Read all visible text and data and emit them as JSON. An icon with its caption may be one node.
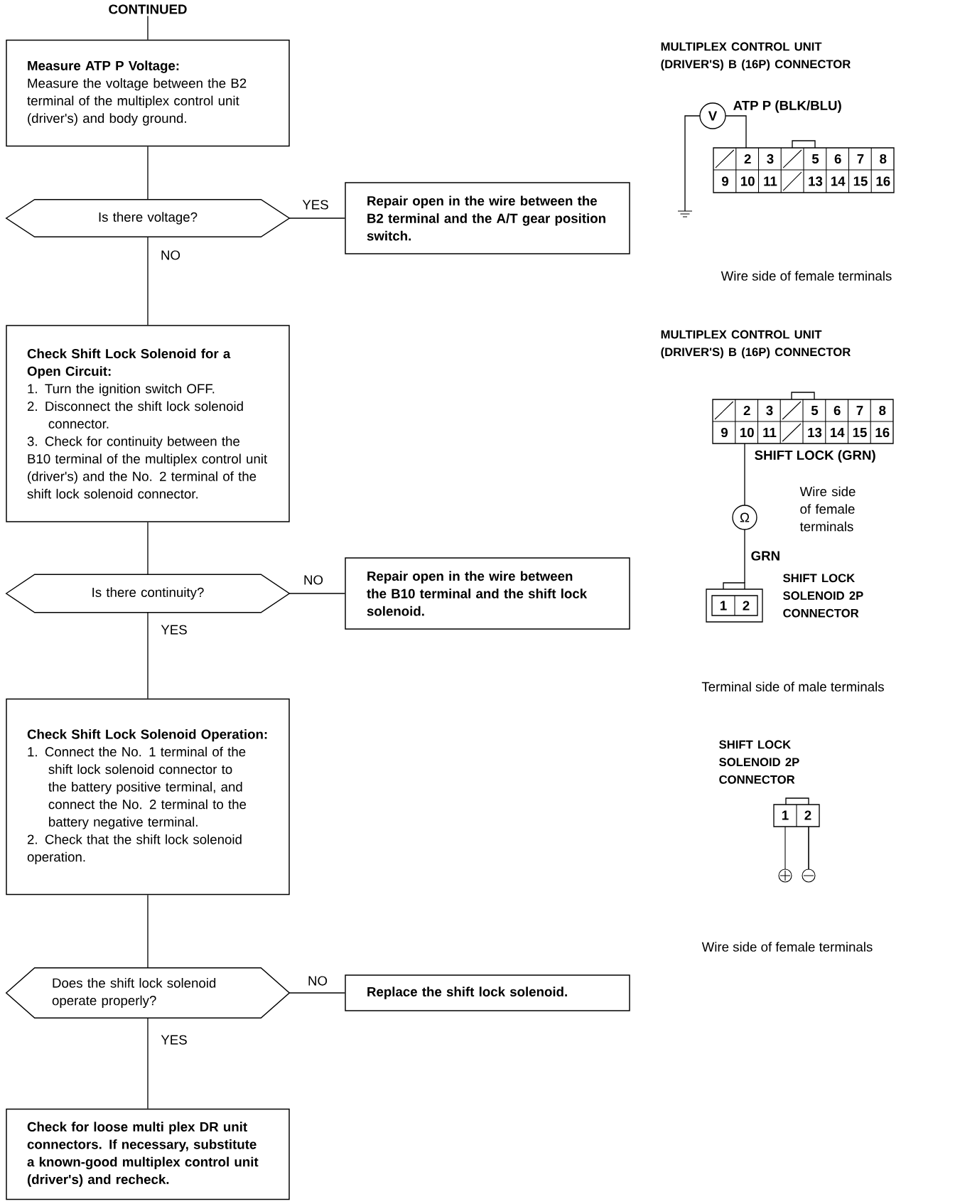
{
  "diagram": {
    "nodes": [
      {
        "text": [
          "CONTINUED"
        ]
      },
      {
        "text": [
          "Measure ATP P Voltage:",
          "Measure the voltage between the B2 terminal of the multiplex control unit (driver's) and body ground."
        ]
      },
      {
        "text": [
          "Is there voltage?"
        ]
      },
      {
        "text": [
          "Repair open in the wire between the B2 terminal and the A/T gear position switch."
        ]
      },
      {
        "text": [
          "Check Shift Lock Solenoid for a Open Circuit:",
          "1. Turn the ignition switch OFF.",
          "2. Disconnect the shift lock solenoid connector.",
          "3. Check for continuity between the B10 terminal of the multiplex control unit (driver's) and the No. 2 terminal of the shift lock solenoid connector."
        ]
      },
      {
        "text": [
          "Is there continuity?"
        ]
      },
      {
        "text": [
          "Repair open in the wire between the B10 terminal and the shift lock solenoid."
        ]
      },
      {
        "text": [
          "Check Shift Lock Solenoid Operation:",
          "1. Connect the No. 1 terminal of the shift lock solenoid connector to the battery positive terminal, and connect the No. 2 terminal to the battery negative terminal.",
          "2. Check that the shift lock solenoid operation."
        ]
      },
      {
        "text": [
          "Does the shift lock solenoid operate properly?"
        ]
      },
      {
        "text": [
          "Replace the shift lock solenoid."
        ]
      },
      {
        "text": [
          "Check for loose multi plex DR unit connectors. If necessary, substitute a known-good multiplex control unit (driver's) and recheck."
        ]
      }
    ],
    "edges": [
      {
        "from": 0,
        "to": 1,
        "arrow": "none"
      },
      {
        "from": 1,
        "to": 2,
        "arrow": "none"
      },
      {
        "from": 2,
        "to": 3,
        "arrow": "none",
        "label": "YES"
      },
      {
        "from": 2,
        "to": 4,
        "arrow": "none",
        "label": "NO"
      },
      {
        "from": 4,
        "to": 5,
        "arrow": "none"
      },
      {
        "from": 5,
        "to": 6,
        "arrow": "none",
        "label": "NO"
      },
      {
        "from": 5,
        "to": 7,
        "arrow": "none",
        "label": "YES"
      },
      {
        "from": 7,
        "to": 8,
        "arrow": "none"
      },
      {
        "from": 8,
        "to": 9,
        "arrow": "none",
        "label": "NO"
      },
      {
        "from": 8,
        "to": 10,
        "arrow": "none",
        "label": "YES"
      }
    ],
    "labels": [
      "MULTIPLEX CONTROL UNIT (DRIVER'S) B (16P) CONNECTOR",
      "V",
      "ATP P (BLK/BLU)",
      "2",
      "3",
      "5",
      "6",
      "7",
      "8",
      "9",
      "10",
      "11",
      "13",
      "14",
      "15",
      "16",
      "Wire side of female terminals",
      "MULTIPLEX CONTROL UNIT (DRIVER'S) B (16P) CONNECTOR",
      "2",
      "3",
      "5",
      "6",
      "7",
      "8",
      "9",
      "10",
      "11",
      "13",
      "14",
      "15",
      "16",
      "SHIFT LOCK (GRN)",
      "Wire side of female terminals",
      "Ω",
      "GRN",
      "1",
      "2",
      "SHIFT LOCK SOLENOID 2P CONNECTOR",
      "Terminal side of male terminals",
      "SHIFT LOCK SOLENOID 2P CONNECTOR",
      "1",
      "2",
      "Wire side of female terminals"
    ]
  }
}
